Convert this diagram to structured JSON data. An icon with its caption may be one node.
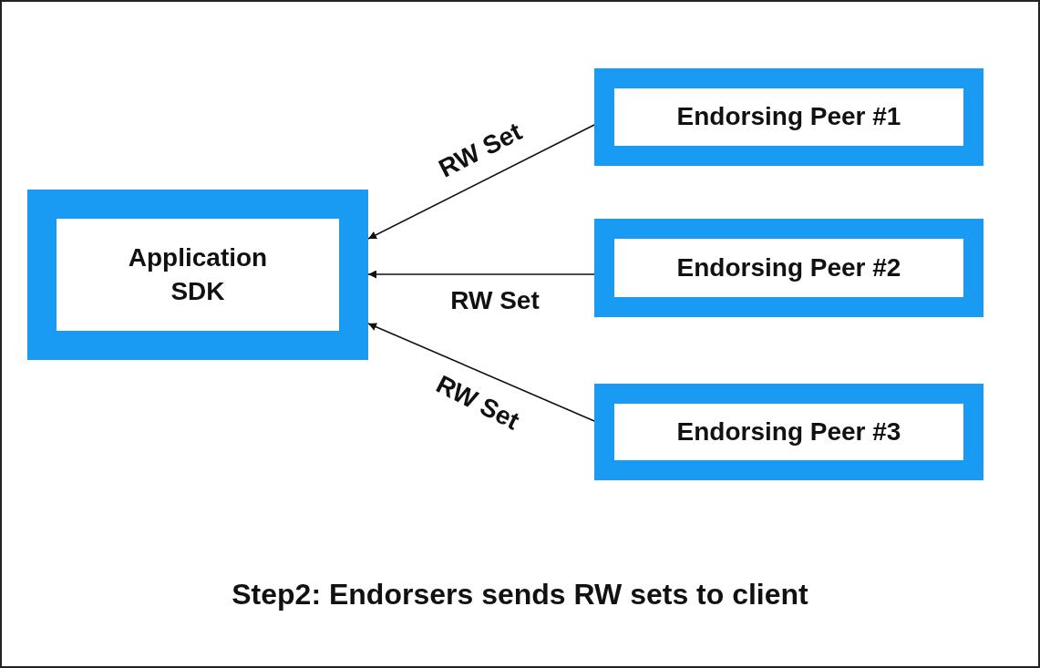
{
  "diagram": {
    "caption": "Step2: Endorsers sends RW sets to client",
    "nodes": [
      {
        "text": [
          "Application SDK"
        ]
      },
      {
        "text": [
          "Endorsing Peer #1"
        ]
      },
      {
        "text": [
          "Endorsing Peer #2"
        ]
      },
      {
        "text": [
          "Endorsing Peer #3"
        ]
      }
    ],
    "edges": [
      {
        "from": 1,
        "to": 0,
        "arrow": "to",
        "label": "RW Set"
      },
      {
        "from": 2,
        "to": 0,
        "arrow": "to",
        "label": "RW Set"
      },
      {
        "from": 3,
        "to": 0,
        "arrow": "to",
        "label": "RW Set"
      }
    ]
  }
}
